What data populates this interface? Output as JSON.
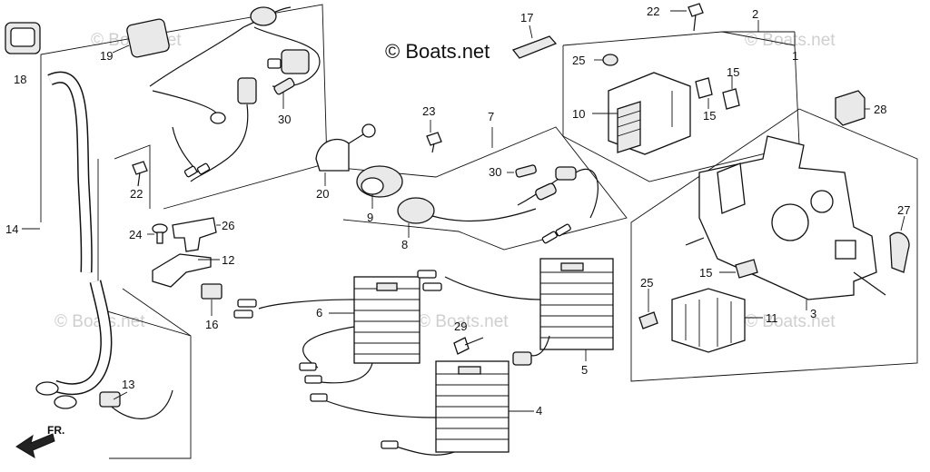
{
  "brand": "© Boats.net",
  "watermark": "© Boats.net",
  "direction": {
    "label": "FR."
  },
  "callouts": [
    {
      "id": "c1",
      "text": "1"
    },
    {
      "id": "c2",
      "text": "2"
    },
    {
      "id": "c3",
      "text": "3"
    },
    {
      "id": "c4",
      "text": "4"
    },
    {
      "id": "c5",
      "text": "5"
    },
    {
      "id": "c6",
      "text": "6"
    },
    {
      "id": "c7",
      "text": "7"
    },
    {
      "id": "c8",
      "text": "8"
    },
    {
      "id": "c9",
      "text": "9"
    },
    {
      "id": "c10",
      "text": "10"
    },
    {
      "id": "c11",
      "text": "11"
    },
    {
      "id": "c12",
      "text": "12"
    },
    {
      "id": "c13",
      "text": "13"
    },
    {
      "id": "c14",
      "text": "14"
    },
    {
      "id": "c15a",
      "text": "15"
    },
    {
      "id": "c15b",
      "text": "15"
    },
    {
      "id": "c15c",
      "text": "15"
    },
    {
      "id": "c16",
      "text": "16"
    },
    {
      "id": "c17",
      "text": "17"
    },
    {
      "id": "c18",
      "text": "18"
    },
    {
      "id": "c19",
      "text": "19"
    },
    {
      "id": "c20",
      "text": "20"
    },
    {
      "id": "c22a",
      "text": "22"
    },
    {
      "id": "c22b",
      "text": "22"
    },
    {
      "id": "c23",
      "text": "23"
    },
    {
      "id": "c24",
      "text": "24"
    },
    {
      "id": "c25a",
      "text": "25"
    },
    {
      "id": "c25b",
      "text": "25"
    },
    {
      "id": "c26",
      "text": "26"
    },
    {
      "id": "c27",
      "text": "27"
    },
    {
      "id": "c28",
      "text": "28"
    },
    {
      "id": "c29",
      "text": "29"
    },
    {
      "id": "c30a",
      "text": "30"
    },
    {
      "id": "c30b",
      "text": "30"
    }
  ]
}
